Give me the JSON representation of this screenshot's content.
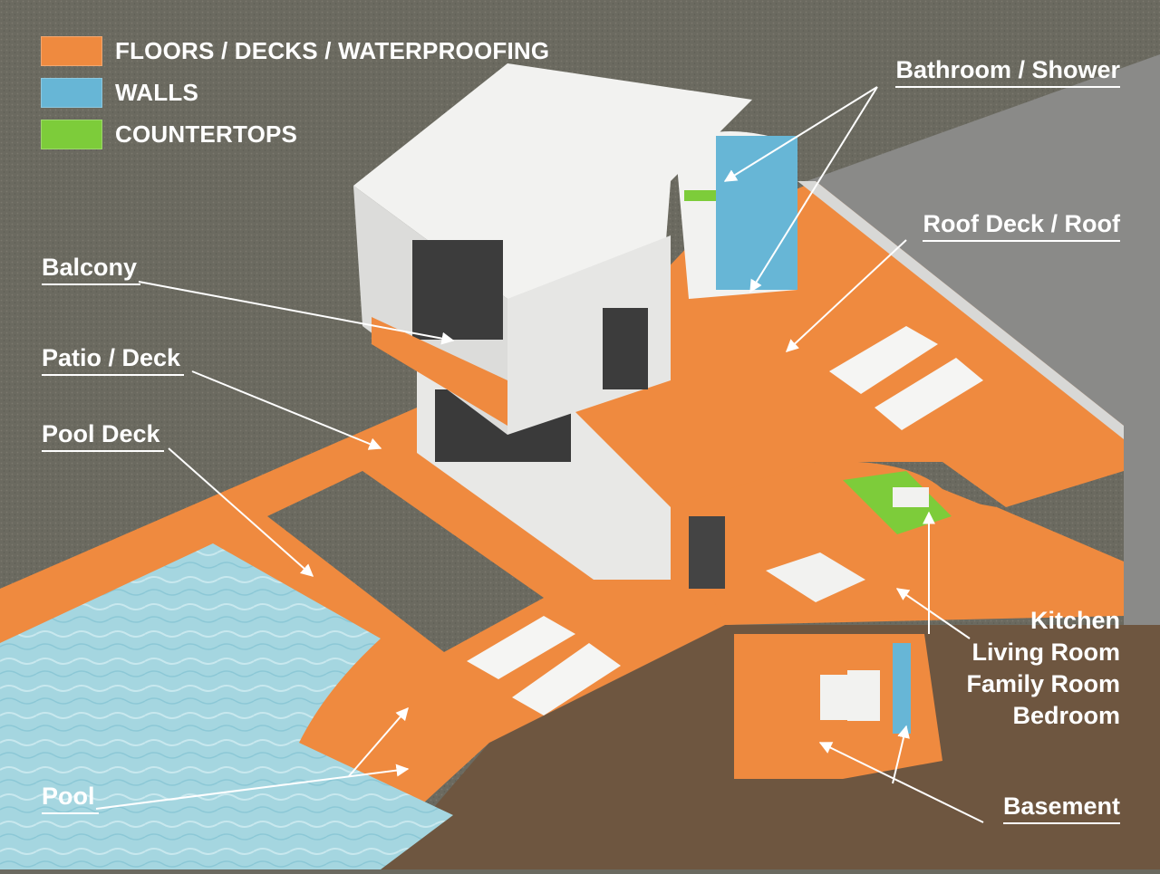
{
  "legend": [
    {
      "label": "FLOORS / DECKS / WATERPROOFING",
      "color": "#ef8a3f"
    },
    {
      "label": "WALLS",
      "color": "#67b6d6"
    },
    {
      "label": "COUNTERTOPS",
      "color": "#7dcc3a"
    }
  ],
  "labels": {
    "bathroom": "Bathroom / Shower",
    "roof": "Roof Deck / Roof",
    "balcony": "Balcony",
    "patio": "Patio / Deck",
    "pool_deck": "Pool Deck",
    "pool": "Pool",
    "kitchen": "Kitchen",
    "living": "Living Room",
    "family": "Family Room",
    "bedroom": "Bedroom",
    "basement": "Basement"
  },
  "colors": {
    "floor": "#ef8a3f",
    "wall": "#67b6d6",
    "counter": "#7dcc3a",
    "ground": "#6b6a60",
    "dark_ground": "#8a867c",
    "soil": "#6e5640",
    "water": "#9fd3df",
    "white": "#f2f2f0"
  }
}
